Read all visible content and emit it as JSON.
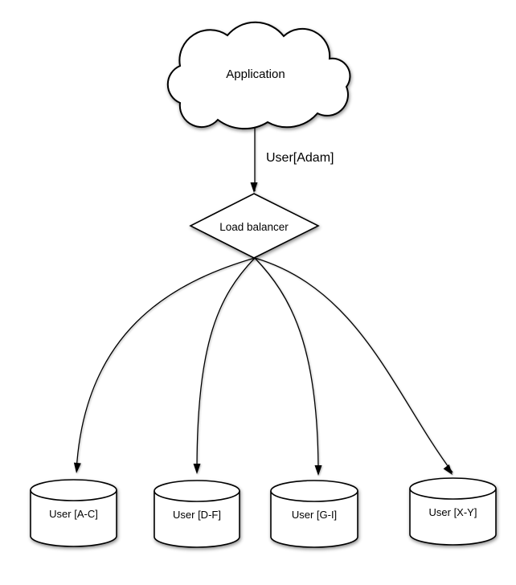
{
  "diagram": {
    "type": "architecture-sharding-diagram",
    "cloud": {
      "label": "Application"
    },
    "request_edge": {
      "label": "User[Adam]"
    },
    "load_balancer": {
      "label": "Load balancer"
    },
    "shards": [
      {
        "label": "User [A-C]"
      },
      {
        "label": "User [D-F]"
      },
      {
        "label": "User [G-I]"
      },
      {
        "label": "User [X-Y]"
      }
    ],
    "colors": {
      "stroke": "#000000",
      "shape_fill": "#ffffff",
      "text": "#000000",
      "background": "#ffffff"
    }
  }
}
